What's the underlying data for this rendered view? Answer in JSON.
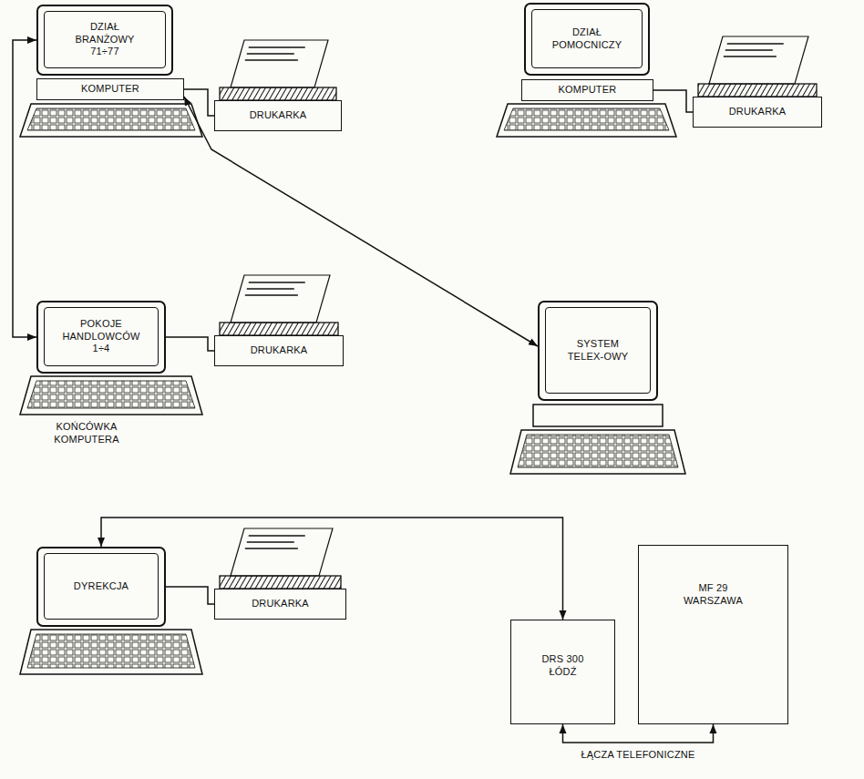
{
  "diagram": {
    "nodes": [
      {
        "text": [
          "DZIAŁ BRANŻOWY 71÷77"
        ]
      },
      {
        "text": [
          "KOMPUTER"
        ]
      },
      {
        "text": [
          "DRUKARKA"
        ]
      },
      {
        "text": [
          "DZIAŁ POMOCNICZY"
        ]
      },
      {
        "text": [
          "KOMPUTER"
        ]
      },
      {
        "text": [
          "DRUKARKA"
        ]
      },
      {
        "text": [
          "POKOJE HANDLOWCÓW 1÷4"
        ]
      },
      {
        "text": [
          "DRUKARKA"
        ]
      },
      {
        "text": [
          "SYSTEM TELEX-OWY"
        ]
      },
      {
        "text": [
          "DYREKCJA"
        ]
      },
      {
        "text": [
          "DRUKARKA"
        ]
      },
      {
        "text": [
          "DRS 300 ŁÓDŹ"
        ]
      },
      {
        "text": [
          "MF 29 WARSZAWA"
        ]
      }
    ],
    "edges": [
      {
        "from": 0,
        "to": 6,
        "arrow": "both"
      },
      {
        "from": 1,
        "to": 8,
        "arrow": "both"
      },
      {
        "from": 1,
        "to": 2,
        "arrow": "none"
      },
      {
        "from": 4,
        "to": 5,
        "arrow": "none"
      },
      {
        "from": 6,
        "to": 7,
        "arrow": "none"
      },
      {
        "from": 9,
        "to": 10,
        "arrow": "none"
      },
      {
        "from": 9,
        "to": 11,
        "arrow": "both"
      },
      {
        "from": 11,
        "to": 12,
        "arrow": "both",
        "label": "ŁĄCZA TELEFONICZNE"
      }
    ],
    "labels": [
      "KOŃCÓWKA KOMPUTERA"
    ]
  }
}
